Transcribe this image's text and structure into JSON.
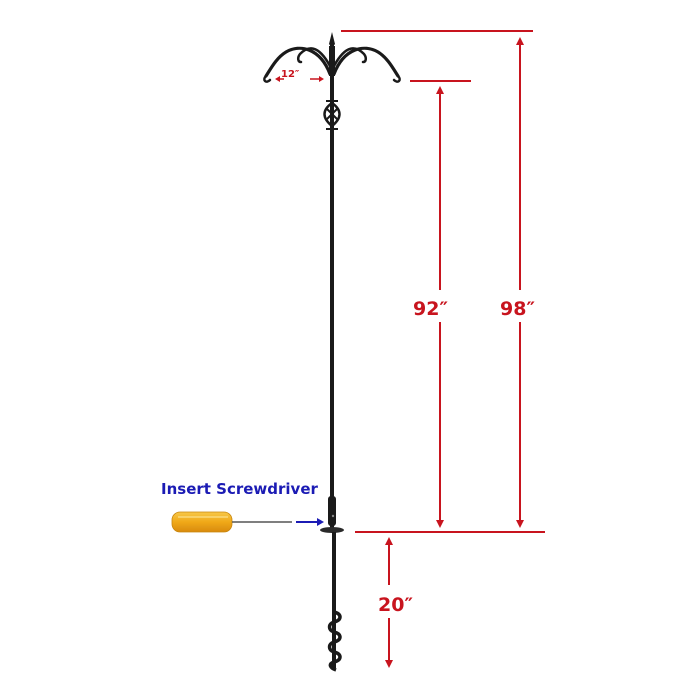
{
  "diagram": {
    "subject": "shepherd hook bird feeder pole with ground auger",
    "colors": {
      "dimension_lines": "#c8141e",
      "instruction_text": "#1b1bb4",
      "pole": "#1a1a1a",
      "screwdriver_handle": "#f2b01e",
      "background": "#ffffff"
    },
    "dimensions": {
      "arm_span": "12″",
      "above_ground_to_hooks": "92″",
      "total_above_ground": "98″",
      "below_ground": "20″"
    },
    "instruction": {
      "label": "Insert Screwdriver"
    }
  }
}
